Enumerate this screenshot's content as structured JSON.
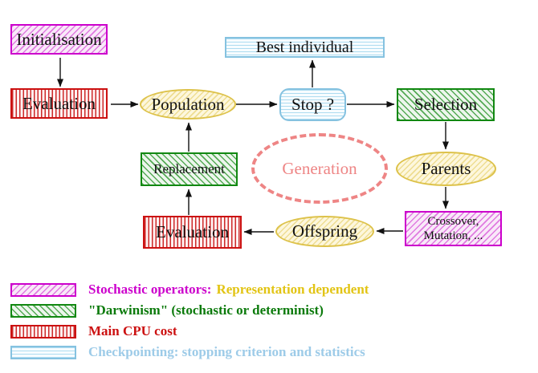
{
  "nodes": {
    "initialisation": {
      "label": "Initialisation"
    },
    "evaluation_top": {
      "label": "Evaluation"
    },
    "population": {
      "label": "Population"
    },
    "stop": {
      "label": "Stop ?"
    },
    "best_individual": {
      "label": "Best individual"
    },
    "selection": {
      "label": "Selection"
    },
    "parents": {
      "label": "Parents"
    },
    "crossover_mutation": {
      "line1": "Crossover,",
      "line2": "Mutation, ..."
    },
    "offspring": {
      "label": "Offspring"
    },
    "evaluation_bottom": {
      "label": "Evaluation"
    },
    "replacement": {
      "label": "Replacement"
    },
    "generation": {
      "label": "Generation"
    }
  },
  "legend": [
    {
      "name": "stochastic-operators",
      "primary": "Stochastic operators:",
      "secondary": "Representation dependent"
    },
    {
      "name": "darwinism",
      "primary": "\"Darwinism\" (stochastic or determinist)"
    },
    {
      "name": "main-cpu-cost",
      "primary": "Main CPU cost"
    },
    {
      "name": "checkpointing",
      "primary": "Checkpointing: stopping criterion and statistics"
    }
  ],
  "colors": {
    "magenta": "#cc00cc",
    "green": "#0b7a0b",
    "red": "#cc1111",
    "cyan_border": "#85c2e0",
    "cyan_text": "#9dcbe8",
    "yellow_border": "#ddc24a",
    "yellow_text": "#e2c414",
    "salmon": "#ee8585",
    "connector": "#111111"
  }
}
